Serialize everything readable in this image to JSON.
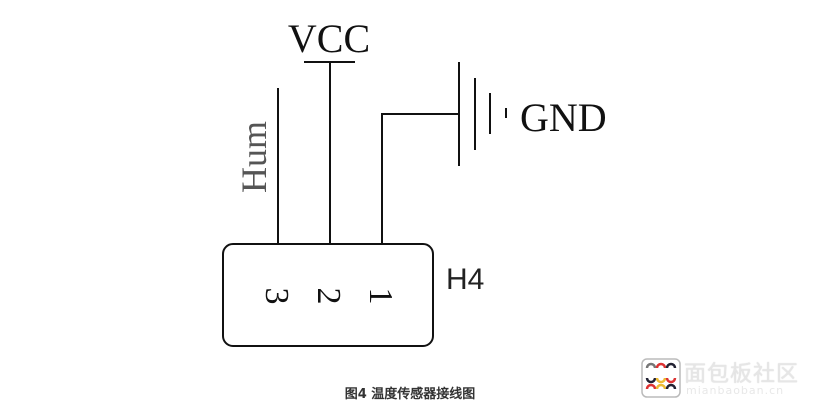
{
  "diagram": {
    "vcc_label": "VCC",
    "gnd_label": "GND",
    "hum_label": "Hum",
    "connector_label": "H4",
    "pins": [
      "3",
      "2",
      "1"
    ]
  },
  "caption": "图4 温度传感器接线图",
  "watermark": {
    "title": "面包板社区",
    "url": "mianbaoban.cn"
  }
}
